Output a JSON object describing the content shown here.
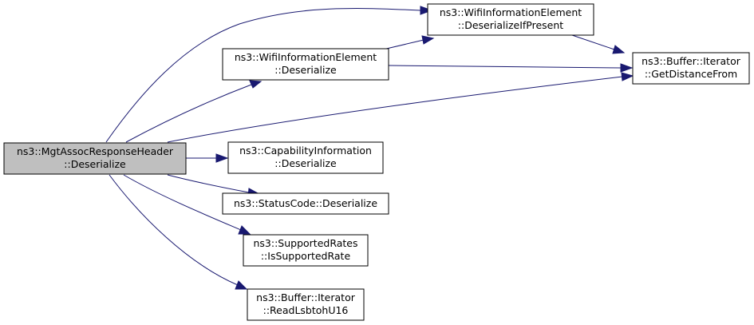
{
  "colors": {
    "edge": "#191970",
    "root_fill": "#bfbfbf",
    "node_fill": "#ffffff",
    "border": "#000000"
  },
  "nodes": {
    "root": {
      "line1": "ns3::MgtAssocResponseHeader",
      "line2": "::Deserialize"
    },
    "wifi_deserialize": {
      "line1": "ns3::WifiInformationElement",
      "line2": "::Deserialize"
    },
    "wifi_deserialize_if_present": {
      "line1": "ns3::WifiInformationElement",
      "line2": "::DeserializeIfPresent"
    },
    "buffer_get_distance_from": {
      "line1": "ns3::Buffer::Iterator",
      "line2": "::GetDistanceFrom"
    },
    "capability_deserialize": {
      "line1": "ns3::CapabilityInformation",
      "line2": "::Deserialize"
    },
    "status_code_deserialize": {
      "line1": "ns3::StatusCode::Deserialize"
    },
    "supported_rates_is_supported_rate": {
      "line1": "ns3::SupportedRates",
      "line2": "::IsSupportedRate"
    },
    "buffer_read_lsbtoh_u16": {
      "line1": "ns3::Buffer::Iterator",
      "line2": "::ReadLsbtohU16"
    }
  }
}
